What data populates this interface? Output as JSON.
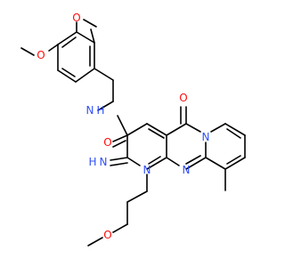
{
  "molecule": {
    "atom_labels": {
      "o_meo_top": "O",
      "o_meo_side": "O",
      "nh_amide_n": "N",
      "nh_amide_h": "H",
      "o_carbonyl": "O",
      "o_ketone": "O",
      "n_ring_fused": "N",
      "n_imine": "N",
      "h_imine": "H",
      "n_ring_1": "N",
      "n_ring_mid": "N",
      "o_methoxypropyl": "O"
    },
    "colors": {
      "bond": "#000000",
      "oxygen": "#ff0d0d",
      "nitrogen": "#3050f8",
      "background": "#ffffff"
    }
  }
}
